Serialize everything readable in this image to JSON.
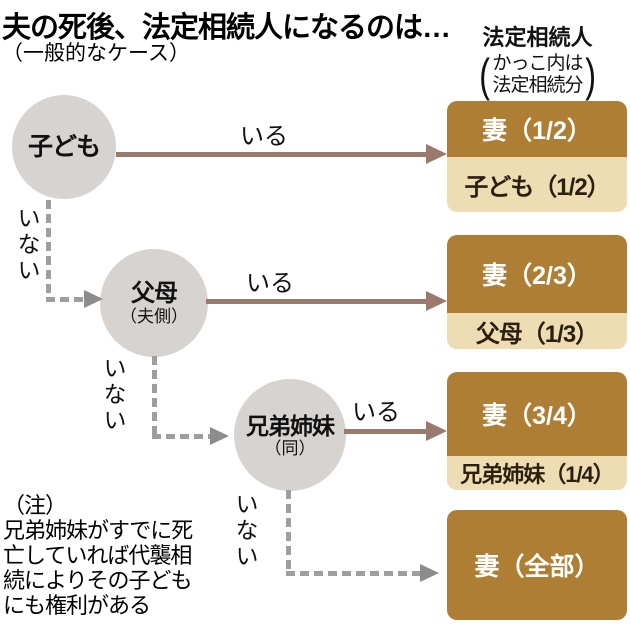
{
  "title": "夫の死後、法定相続人になるのは…",
  "subtitle": "（一般的なケース）",
  "legend": {
    "title": "法定相続人",
    "paren_open": "(",
    "paren_close": ")",
    "note_line1": "かっこ内は",
    "note_line2": "法定相続分"
  },
  "flow": {
    "yes_label": "いる",
    "no_label": "いない",
    "nodes": [
      {
        "label": "子ども",
        "sublabel": ""
      },
      {
        "label": "父母",
        "sublabel": "（夫側）"
      },
      {
        "label": "兄弟姉妹",
        "sublabel": "（同）"
      }
    ]
  },
  "results": [
    {
      "wife": "妻（1/2）",
      "other": "子ども（1/2）"
    },
    {
      "wife": "妻（2/3）",
      "other": "父母（1/3）"
    },
    {
      "wife": "妻（3/4）",
      "other": "兄弟姉妹（1/4）"
    },
    {
      "wife": "妻（全部）"
    }
  ],
  "note": {
    "label": "（注）",
    "lines": [
      "兄弟姉妹がすでに死",
      "亡していれば代襲相",
      "続によりその子ども",
      "にも権利がある"
    ]
  },
  "colors": {
    "result_dark": "#ad7e33",
    "result_light": "#eedcb3",
    "solid_arrow": "#9b7a6d",
    "circle_fill": "#d6d3d1",
    "dashed_line": "#9e9e9e"
  }
}
